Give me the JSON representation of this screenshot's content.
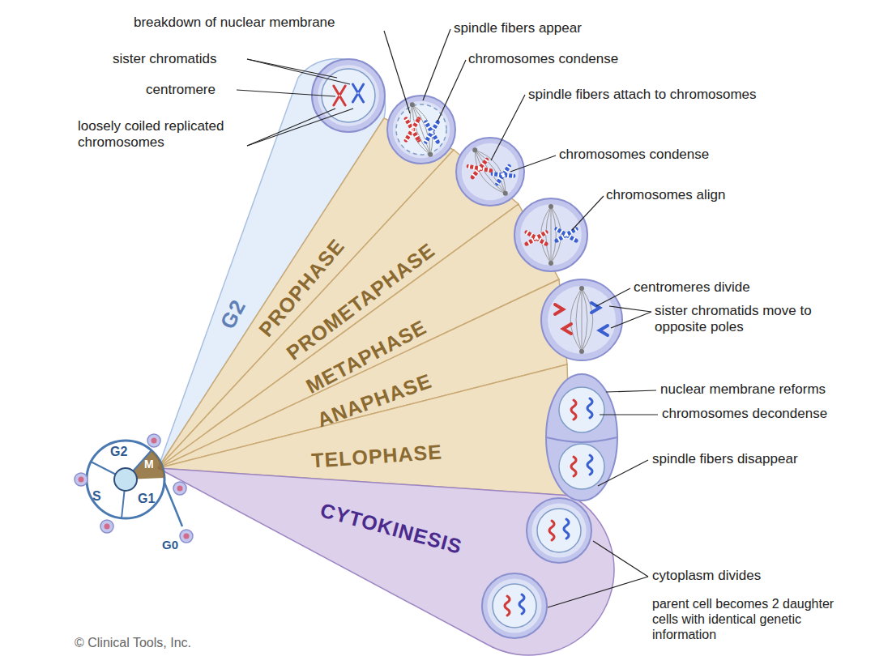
{
  "diagram": {
    "labels": [
      "breakdown of nuclear membrane",
      "spindle fibers appear",
      "sister chromatids",
      "chromosomes condense",
      "centromere",
      "spindle fibers attach to chromosomes",
      "loosely coiled replicated chromosomes",
      "chromosomes condense",
      "chromosomes align",
      "PROPHASE",
      "G2",
      "PROMETAPHASE",
      "METAPHASE",
      "centromeres divide",
      "sister chromatids move to opposite poles",
      "ANAPHASE",
      "nuclear membrane reforms",
      "chromosomes decondense",
      "TELOPHASE",
      "spindle fibers disappear",
      "G2",
      "S",
      "G1",
      "M",
      "G0",
      "CYTOKINESIS",
      "cytoplasm divides",
      "parent cell becomes 2 daughter cells with identical genetic information",
      "© Clinical Tools, Inc."
    ]
  }
}
